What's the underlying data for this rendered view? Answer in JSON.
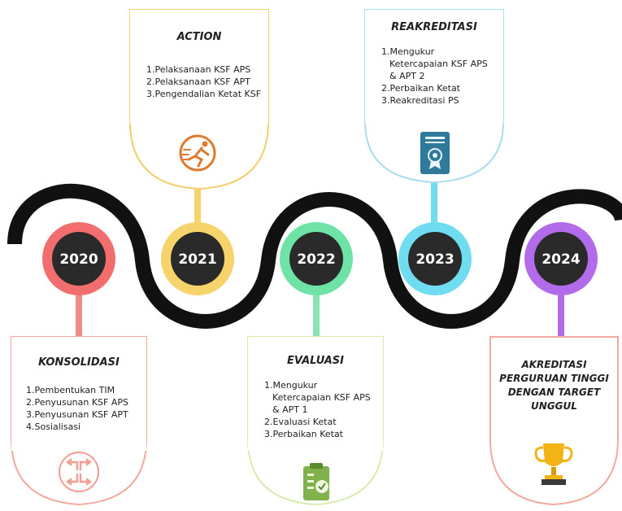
{
  "years": [
    {
      "label": "2020",
      "ring": "#f26d6d"
    },
    {
      "label": "2021",
      "ring": "#f6d36b"
    },
    {
      "label": "2022",
      "ring": "#6fe3a6"
    },
    {
      "label": "2023",
      "ring": "#6fdcef"
    },
    {
      "label": "2024",
      "ring": "#b26bea"
    }
  ],
  "cards": {
    "konsolidasi": {
      "title": "KONSOLIDASI",
      "items": [
        "1.Pembentukan TIM",
        "2.Penyusunan KSF APS",
        "3.Penyusunan KSF APT",
        "4.Sosialisasi"
      ],
      "icon": "network-arrows-icon",
      "border": "#f3a9a0"
    },
    "action": {
      "title": "ACTION",
      "items": [
        "1.Pelaksanaan KSF APS",
        "2.Pelaksanaan KSF APT",
        "3.Pengendalian Ketat KSF"
      ],
      "icon": "running-person-icon",
      "border": "#f2cf6a"
    },
    "evaluasi": {
      "title": "EVALUASI",
      "items": [
        "1.Mengukur",
        "Ketercapaian KSF APS",
        "& APT 1",
        "2.Evaluasi Ketat",
        "3.Perbaikan Ketat"
      ],
      "icon": "clipboard-check-icon",
      "border": "#d9ecb0"
    },
    "reakreditasi": {
      "title": "REAKREDITASI",
      "items": [
        "1.Mengukur",
        "Ketercapaian KSF APS",
        "& APT 2",
        "2.Perbaikan Ketat",
        "3.Reakreditasi PS"
      ],
      "icon": "certificate-icon",
      "border": "#a9dcec"
    },
    "akreditasi": {
      "lines": [
        "AKREDITASI",
        "PERGURUAN TINGGI",
        "DENGAN TARGET",
        "UNGGUL"
      ],
      "icon": "trophy-icon",
      "border": "#f3a9a0"
    }
  }
}
